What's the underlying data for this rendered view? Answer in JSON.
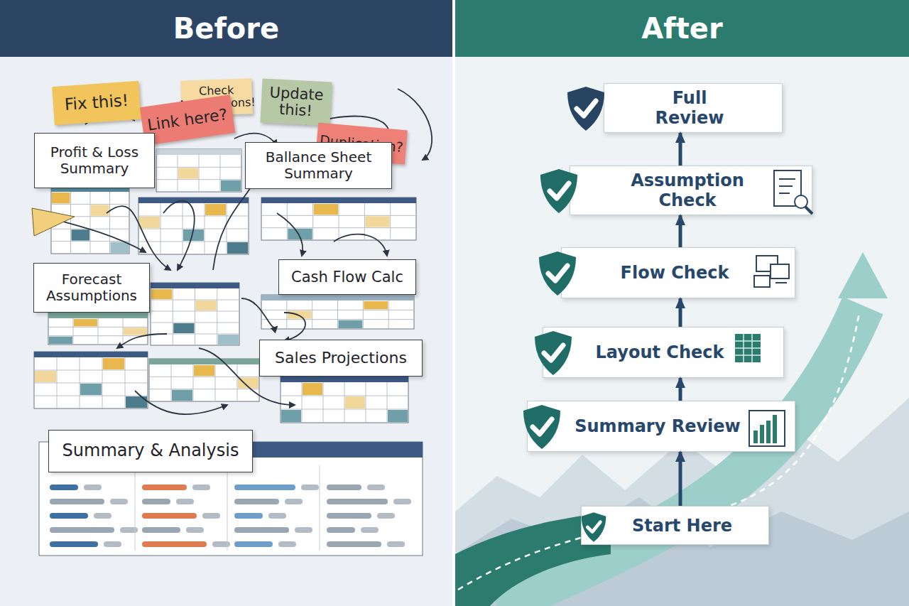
{
  "diagram": {
    "nodes": [
      {
        "text": [
          "Before"
        ]
      },
      {
        "text": [
          "After"
        ]
      },
      {
        "text": [
          "Fix this!"
        ]
      },
      {
        "text": [
          "Check Assumptions!"
        ]
      },
      {
        "text": [
          "Update this!"
        ]
      },
      {
        "text": [
          "Link here?"
        ]
      },
      {
        "text": [
          "Duplication?"
        ]
      },
      {
        "text": [
          "Profit & Loss Summary"
        ]
      },
      {
        "text": [
          "Ballance Sheet Summary"
        ]
      },
      {
        "text": [
          "Forecast Assumptions"
        ]
      },
      {
        "text": [
          "Cash Flow Calc"
        ]
      },
      {
        "text": [
          "Sales Projections"
        ]
      },
      {
        "text": [
          "Summary & Analysis"
        ]
      },
      {
        "text": [
          "Full Review"
        ]
      },
      {
        "text": [
          "Assumption Check"
        ]
      },
      {
        "text": [
          "Flow Check"
        ]
      },
      {
        "text": [
          "Layout Check"
        ]
      },
      {
        "text": [
          "Summary Review"
        ]
      },
      {
        "text": [
          "Start Here"
        ]
      }
    ],
    "edges": [
      {
        "from": 18,
        "to": 17,
        "arrow": "to"
      },
      {
        "from": 17,
        "to": 16,
        "arrow": "to"
      },
      {
        "from": 16,
        "to": 15,
        "arrow": "to"
      },
      {
        "from": 15,
        "to": 14,
        "arrow": "to"
      },
      {
        "from": 14,
        "to": 13,
        "arrow": "to"
      }
    ]
  }
}
